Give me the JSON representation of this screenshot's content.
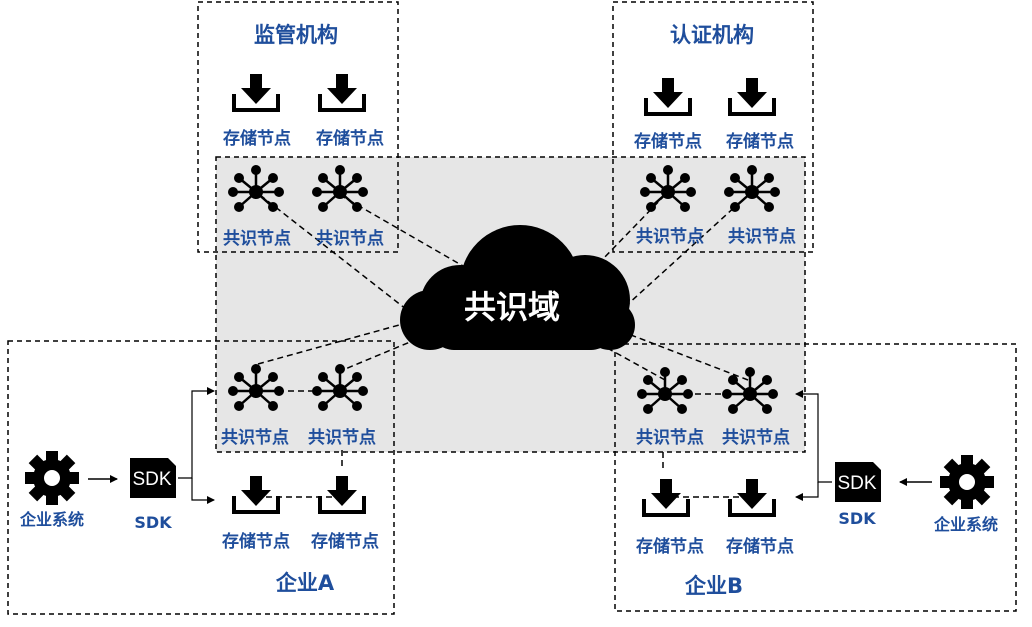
{
  "cloud": {
    "label": "共识域"
  },
  "regulator": {
    "title": "监管机构",
    "storage_nodes": [
      "存储节点",
      "存储节点"
    ],
    "consensus_nodes": [
      "共识节点",
      "共识节点"
    ]
  },
  "certifier": {
    "title": "认证机构",
    "storage_nodes": [
      "存储节点",
      "存储节点"
    ],
    "consensus_nodes": [
      "共识节点",
      "共识节点"
    ]
  },
  "enterprise_a": {
    "title": "企业A",
    "system_label": "企业系统",
    "sdk_label": "SDK",
    "sdk_chip": "SDK",
    "storage_nodes": [
      "存储节点",
      "存储节点"
    ],
    "consensus_nodes": [
      "共识节点",
      "共识节点"
    ]
  },
  "enterprise_b": {
    "title": "企业B",
    "system_label": "企业系统",
    "sdk_label": "SDK",
    "sdk_chip": "SDK",
    "storage_nodes": [
      "存储节点",
      "存储节点"
    ],
    "consensus_nodes": [
      "共识节点",
      "共识节点"
    ]
  },
  "colors": {
    "label": "#1f4e9c",
    "domain_fill": "#e6e6e6",
    "icon": "#000000"
  }
}
